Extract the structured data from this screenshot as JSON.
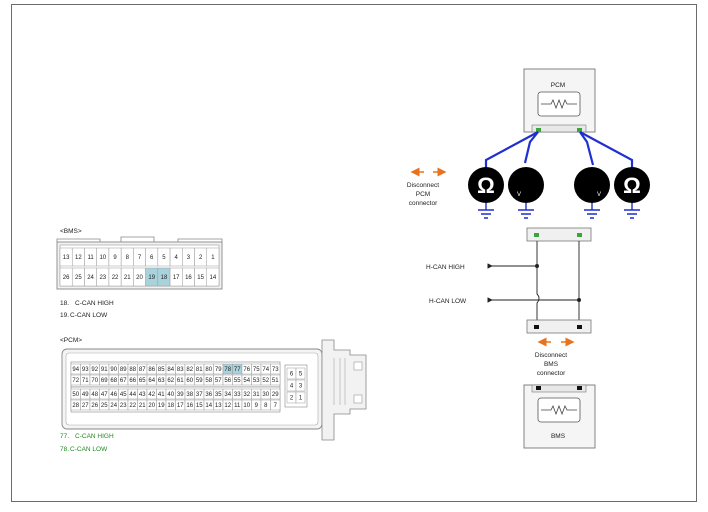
{
  "bms_connector": {
    "tag": "<BMS>",
    "top_row": [
      "13",
      "12",
      "11",
      "10",
      "9",
      "8",
      "7",
      "6",
      "5",
      "4",
      "3",
      "2",
      "1"
    ],
    "bottom_row": [
      "26",
      "25",
      "24",
      "23",
      "22",
      "21",
      "20",
      "19",
      "18",
      "17",
      "16",
      "15",
      "14"
    ],
    "highlighted": [
      "19",
      "18"
    ],
    "legend": [
      {
        "pin": "18.",
        "label": "C-CAN HIGH"
      },
      {
        "pin": "19.",
        "label": "C-CAN LOW"
      }
    ]
  },
  "pcm_connector": {
    "tag": "<PCM>",
    "row1": [
      "94",
      "93",
      "92",
      "91",
      "90",
      "89",
      "88",
      "87",
      "86",
      "85",
      "84",
      "83",
      "82",
      "81",
      "80",
      "79",
      "78",
      "77",
      "76",
      "75",
      "74",
      "73"
    ],
    "row2": [
      "72",
      "71",
      "70",
      "69",
      "68",
      "67",
      "66",
      "65",
      "64",
      "63",
      "62",
      "61",
      "60",
      "59",
      "58",
      "57",
      "56",
      "55",
      "54",
      "53",
      "52",
      "51"
    ],
    "row3": [
      "50",
      "49",
      "48",
      "47",
      "46",
      "45",
      "44",
      "43",
      "42",
      "41",
      "40",
      "39",
      "38",
      "37",
      "36",
      "35",
      "34",
      "33",
      "32",
      "31",
      "30",
      "29"
    ],
    "row4": [
      "28",
      "27",
      "26",
      "25",
      "24",
      "23",
      "22",
      "21",
      "20",
      "19",
      "18",
      "17",
      "16",
      "15",
      "14",
      "13",
      "12",
      "11",
      "10",
      "9",
      "8",
      "7"
    ],
    "small_block": [
      [
        "6",
        "5"
      ],
      [
        "4",
        "3"
      ],
      [
        "2",
        "1"
      ]
    ],
    "highlighted": [
      "78",
      "77"
    ],
    "legend": [
      {
        "pin": "77.",
        "label": "C-CAN HIGH"
      },
      {
        "pin": "78.",
        "label": "C-CAN LOW"
      }
    ]
  },
  "circuit": {
    "pcm_label": "PCM",
    "bms_label": "BMS",
    "ohm_symbol": "Ω",
    "volt_symbol": "V",
    "disconnect_pcm": [
      "Disconnect",
      "PCM",
      "connector"
    ],
    "disconnect_bms": [
      "Disconnect",
      "BMS",
      "connector"
    ],
    "h_can_high": "H-CAN HIGH",
    "h_can_low": "H-CAN LOW"
  },
  "colors": {
    "highlight": "#a9d3dc",
    "wire_blue": "#1f2fd0",
    "arrow_orange": "#e8731e",
    "pin_green": "#3aa53a"
  }
}
